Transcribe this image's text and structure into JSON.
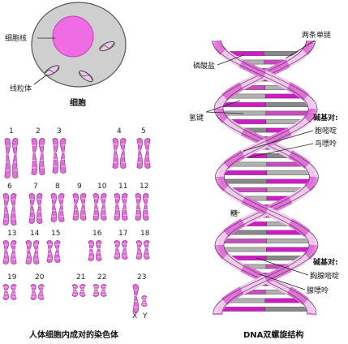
{
  "cell": {
    "nucleus_label": "细胞核",
    "mitochondria_label": "线粒体",
    "caption": "细胞"
  },
  "karyotype": {
    "numbers": [
      "1",
      "2",
      "3",
      "4",
      "5",
      "6",
      "7",
      "8",
      "9",
      "10",
      "11",
      "12",
      "13",
      "14",
      "15",
      "16",
      "17",
      "18",
      "19",
      "20",
      "21",
      "22",
      "23"
    ],
    "sex_labels": [
      "X",
      "Y"
    ],
    "caption": "人体细胞内成对的染色体"
  },
  "dna": {
    "labels": {
      "two_strands": "两条单链",
      "phosphate": "磷酸盐",
      "hydrogen_bond": "氢键",
      "pair_title_1": "碱基对:",
      "cytosine": "胞嘧啶",
      "guanine": "鸟嘌呤",
      "sugar": "糖",
      "pair_title_2": "碱基对:",
      "thymine": "胸腺嘧啶",
      "adenine": "腺嘌呤"
    },
    "caption": "DNA双螺旋结构"
  },
  "colors": {
    "pink": "#e070d8",
    "light_pink": "#f3c6ef",
    "magenta": "#d21ac8",
    "gray": "#9a9a9a",
    "cell_body": "#cfcfcf"
  }
}
